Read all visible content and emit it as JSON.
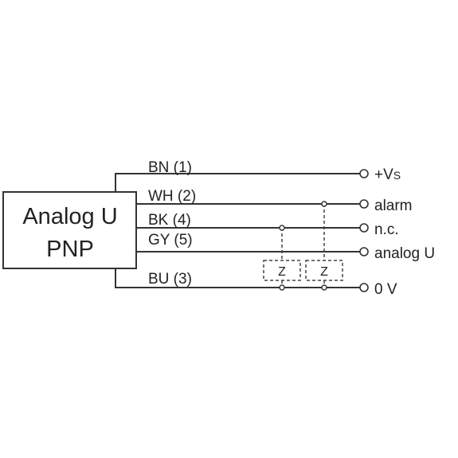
{
  "device": {
    "line1": "Analog U",
    "line2": "PNP"
  },
  "wires": [
    {
      "code": "BN (1)",
      "terminal": "+V",
      "terminal_sub": "S"
    },
    {
      "code": "WH (2)",
      "terminal": "alarm",
      "terminal_sub": ""
    },
    {
      "code": "BK (4)",
      "terminal": "n.c.",
      "terminal_sub": ""
    },
    {
      "code": "GY (5)",
      "terminal": "analog U",
      "terminal_sub": ""
    },
    {
      "code": "BU (3)",
      "terminal": "0 V",
      "terminal_sub": ""
    }
  ],
  "loads": [
    {
      "label": "Z"
    },
    {
      "label": "Z"
    }
  ],
  "colors": {
    "line": "#333333",
    "text": "#222222",
    "background": "#ffffff"
  }
}
